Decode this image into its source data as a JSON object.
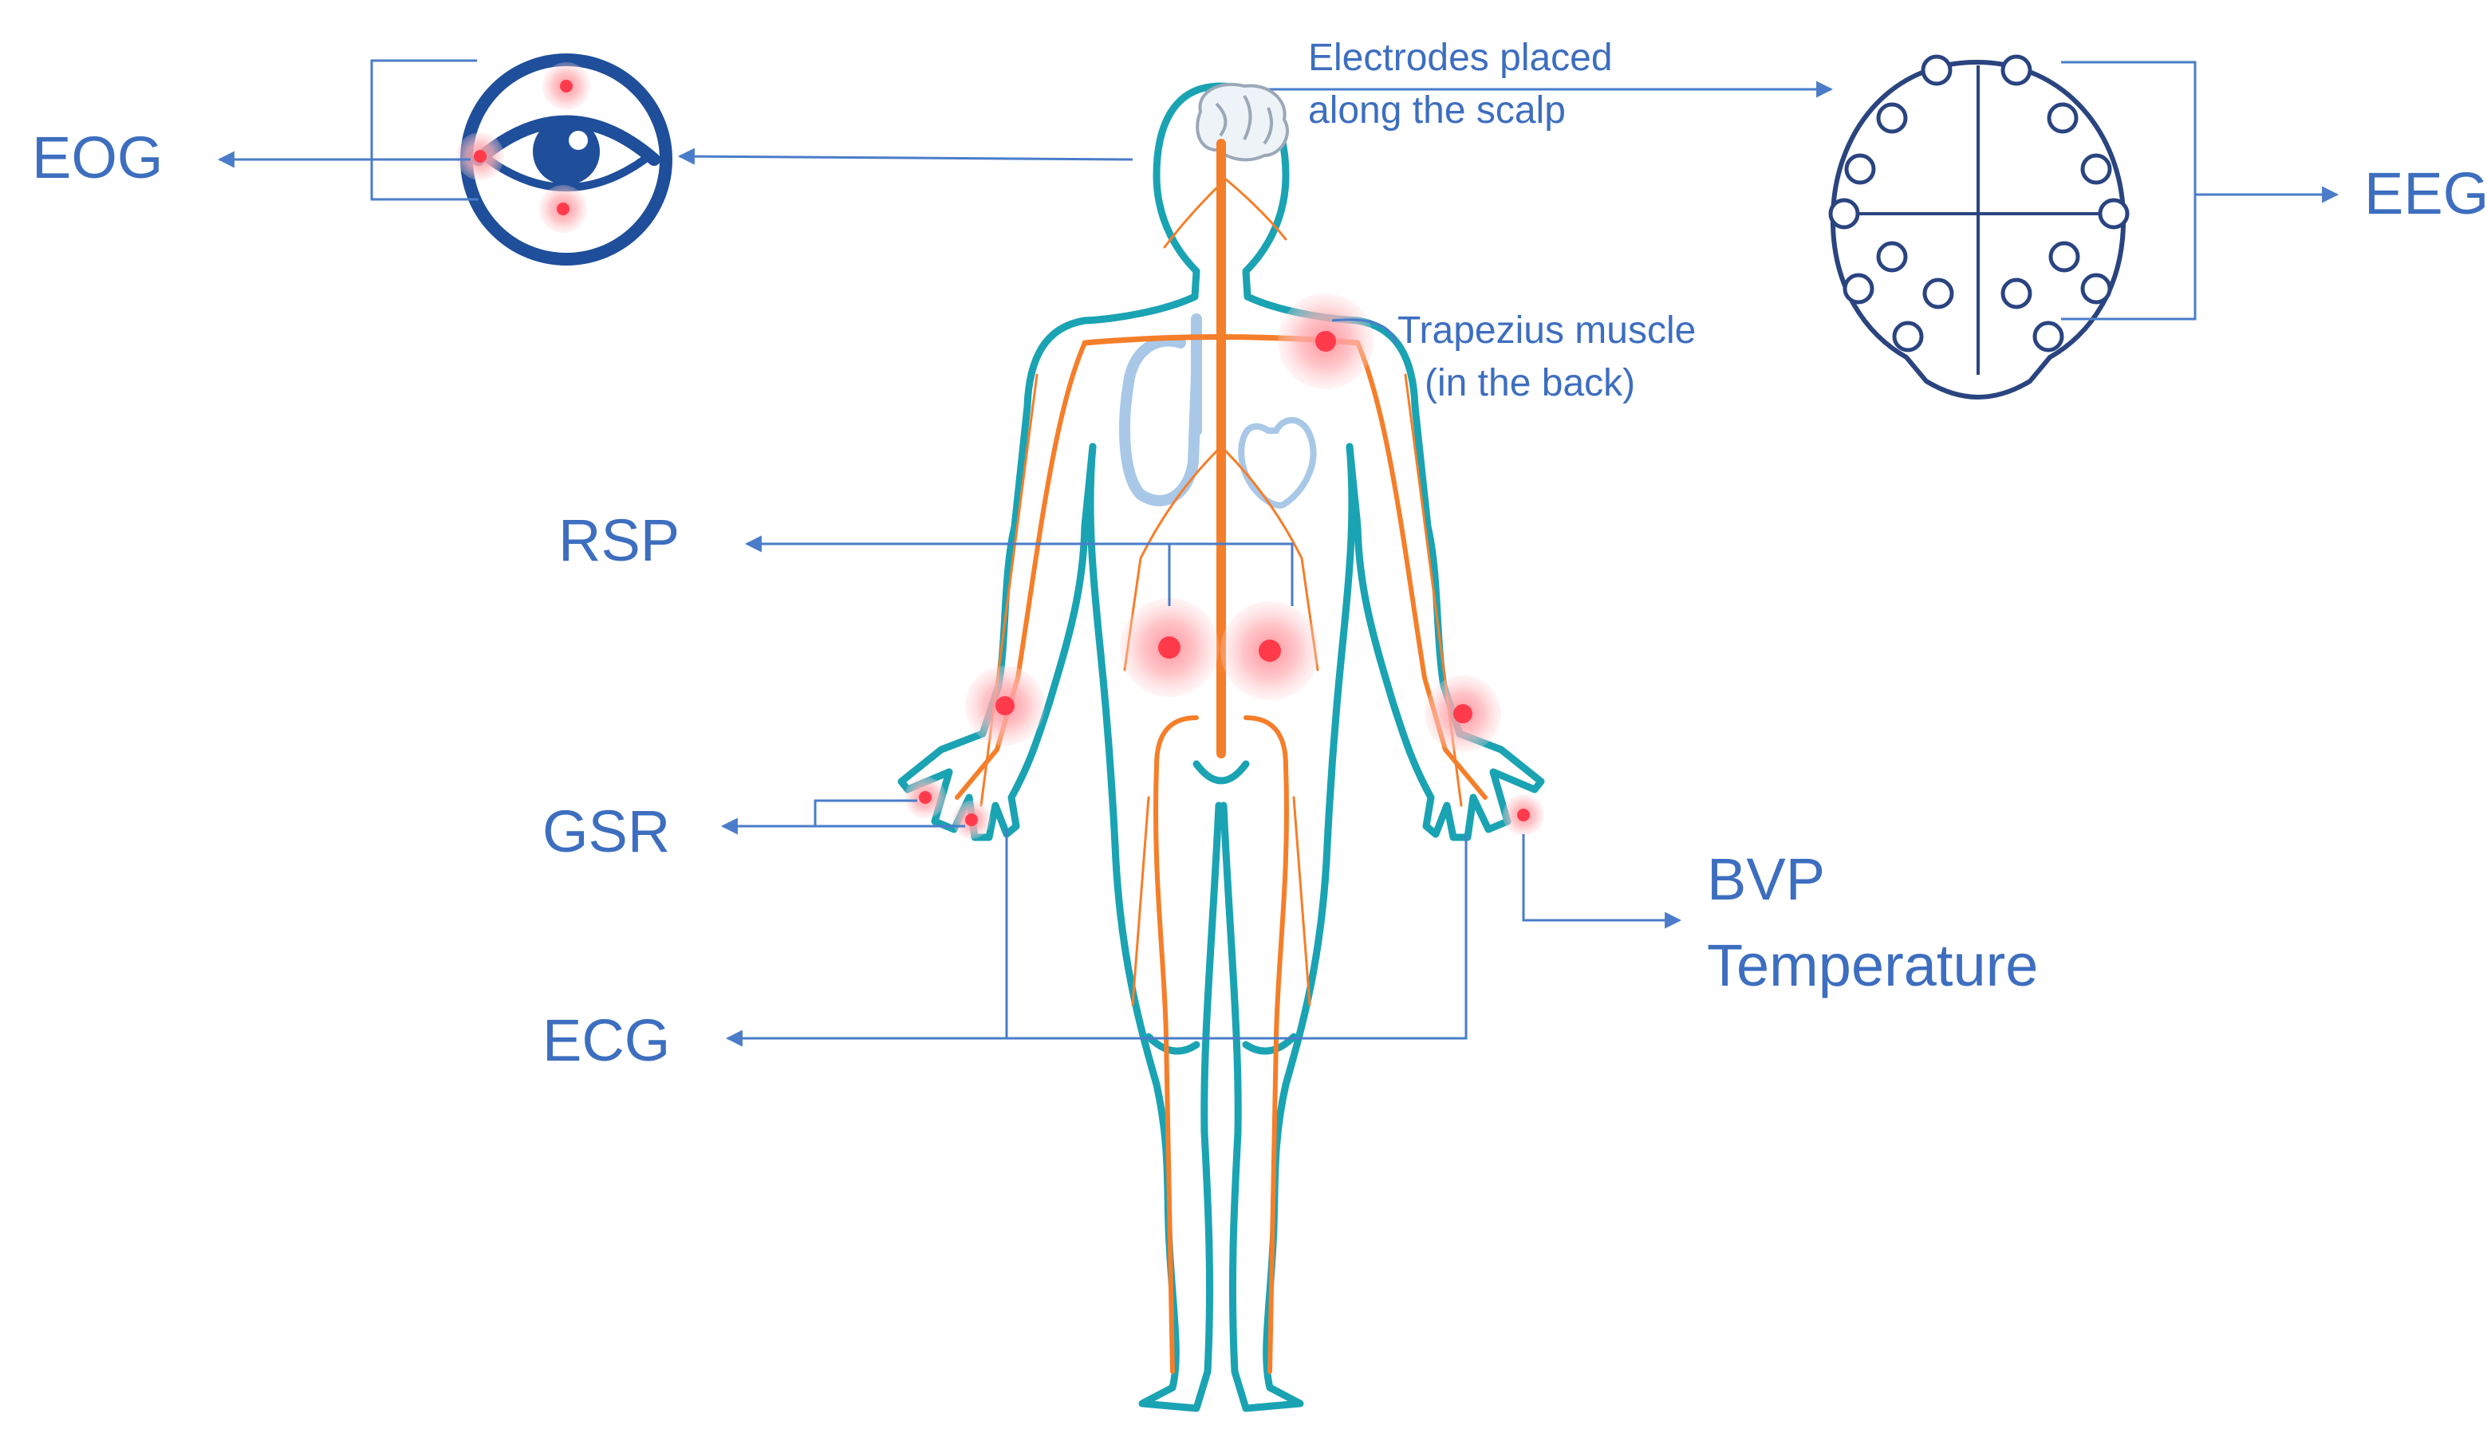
{
  "colors": {
    "label_blue": "#3d6ebf",
    "eye_navy": "#1f4e9a",
    "body_outline": "#1aa3b3",
    "nerve_orange": "#f57e2a",
    "organ_blue": "#a9c8e8",
    "sensor_red": "#ff3b4b",
    "sensor_glow": "#ffb3b8",
    "connector_line": "#4a7cc9"
  },
  "labels": {
    "eog": "EOG",
    "eeg": "EEG",
    "rsp": "RSP",
    "gsr": "GSR",
    "ecg": "ECG",
    "bvp": "BVP",
    "temperature": "Temperature",
    "scalp_line1": "Electrodes placed",
    "scalp_line2": "along the scalp",
    "trapezius_line1": "Trapezius muscle",
    "trapezius_line2": "(in the back)"
  },
  "icons": {
    "eye": "eye-icon",
    "scalp_map": "eeg-electrode-map-icon",
    "human_body": "human-body-icon",
    "brain": "brain-icon",
    "heart": "heart-icon",
    "lungs": "lungs-icon"
  }
}
